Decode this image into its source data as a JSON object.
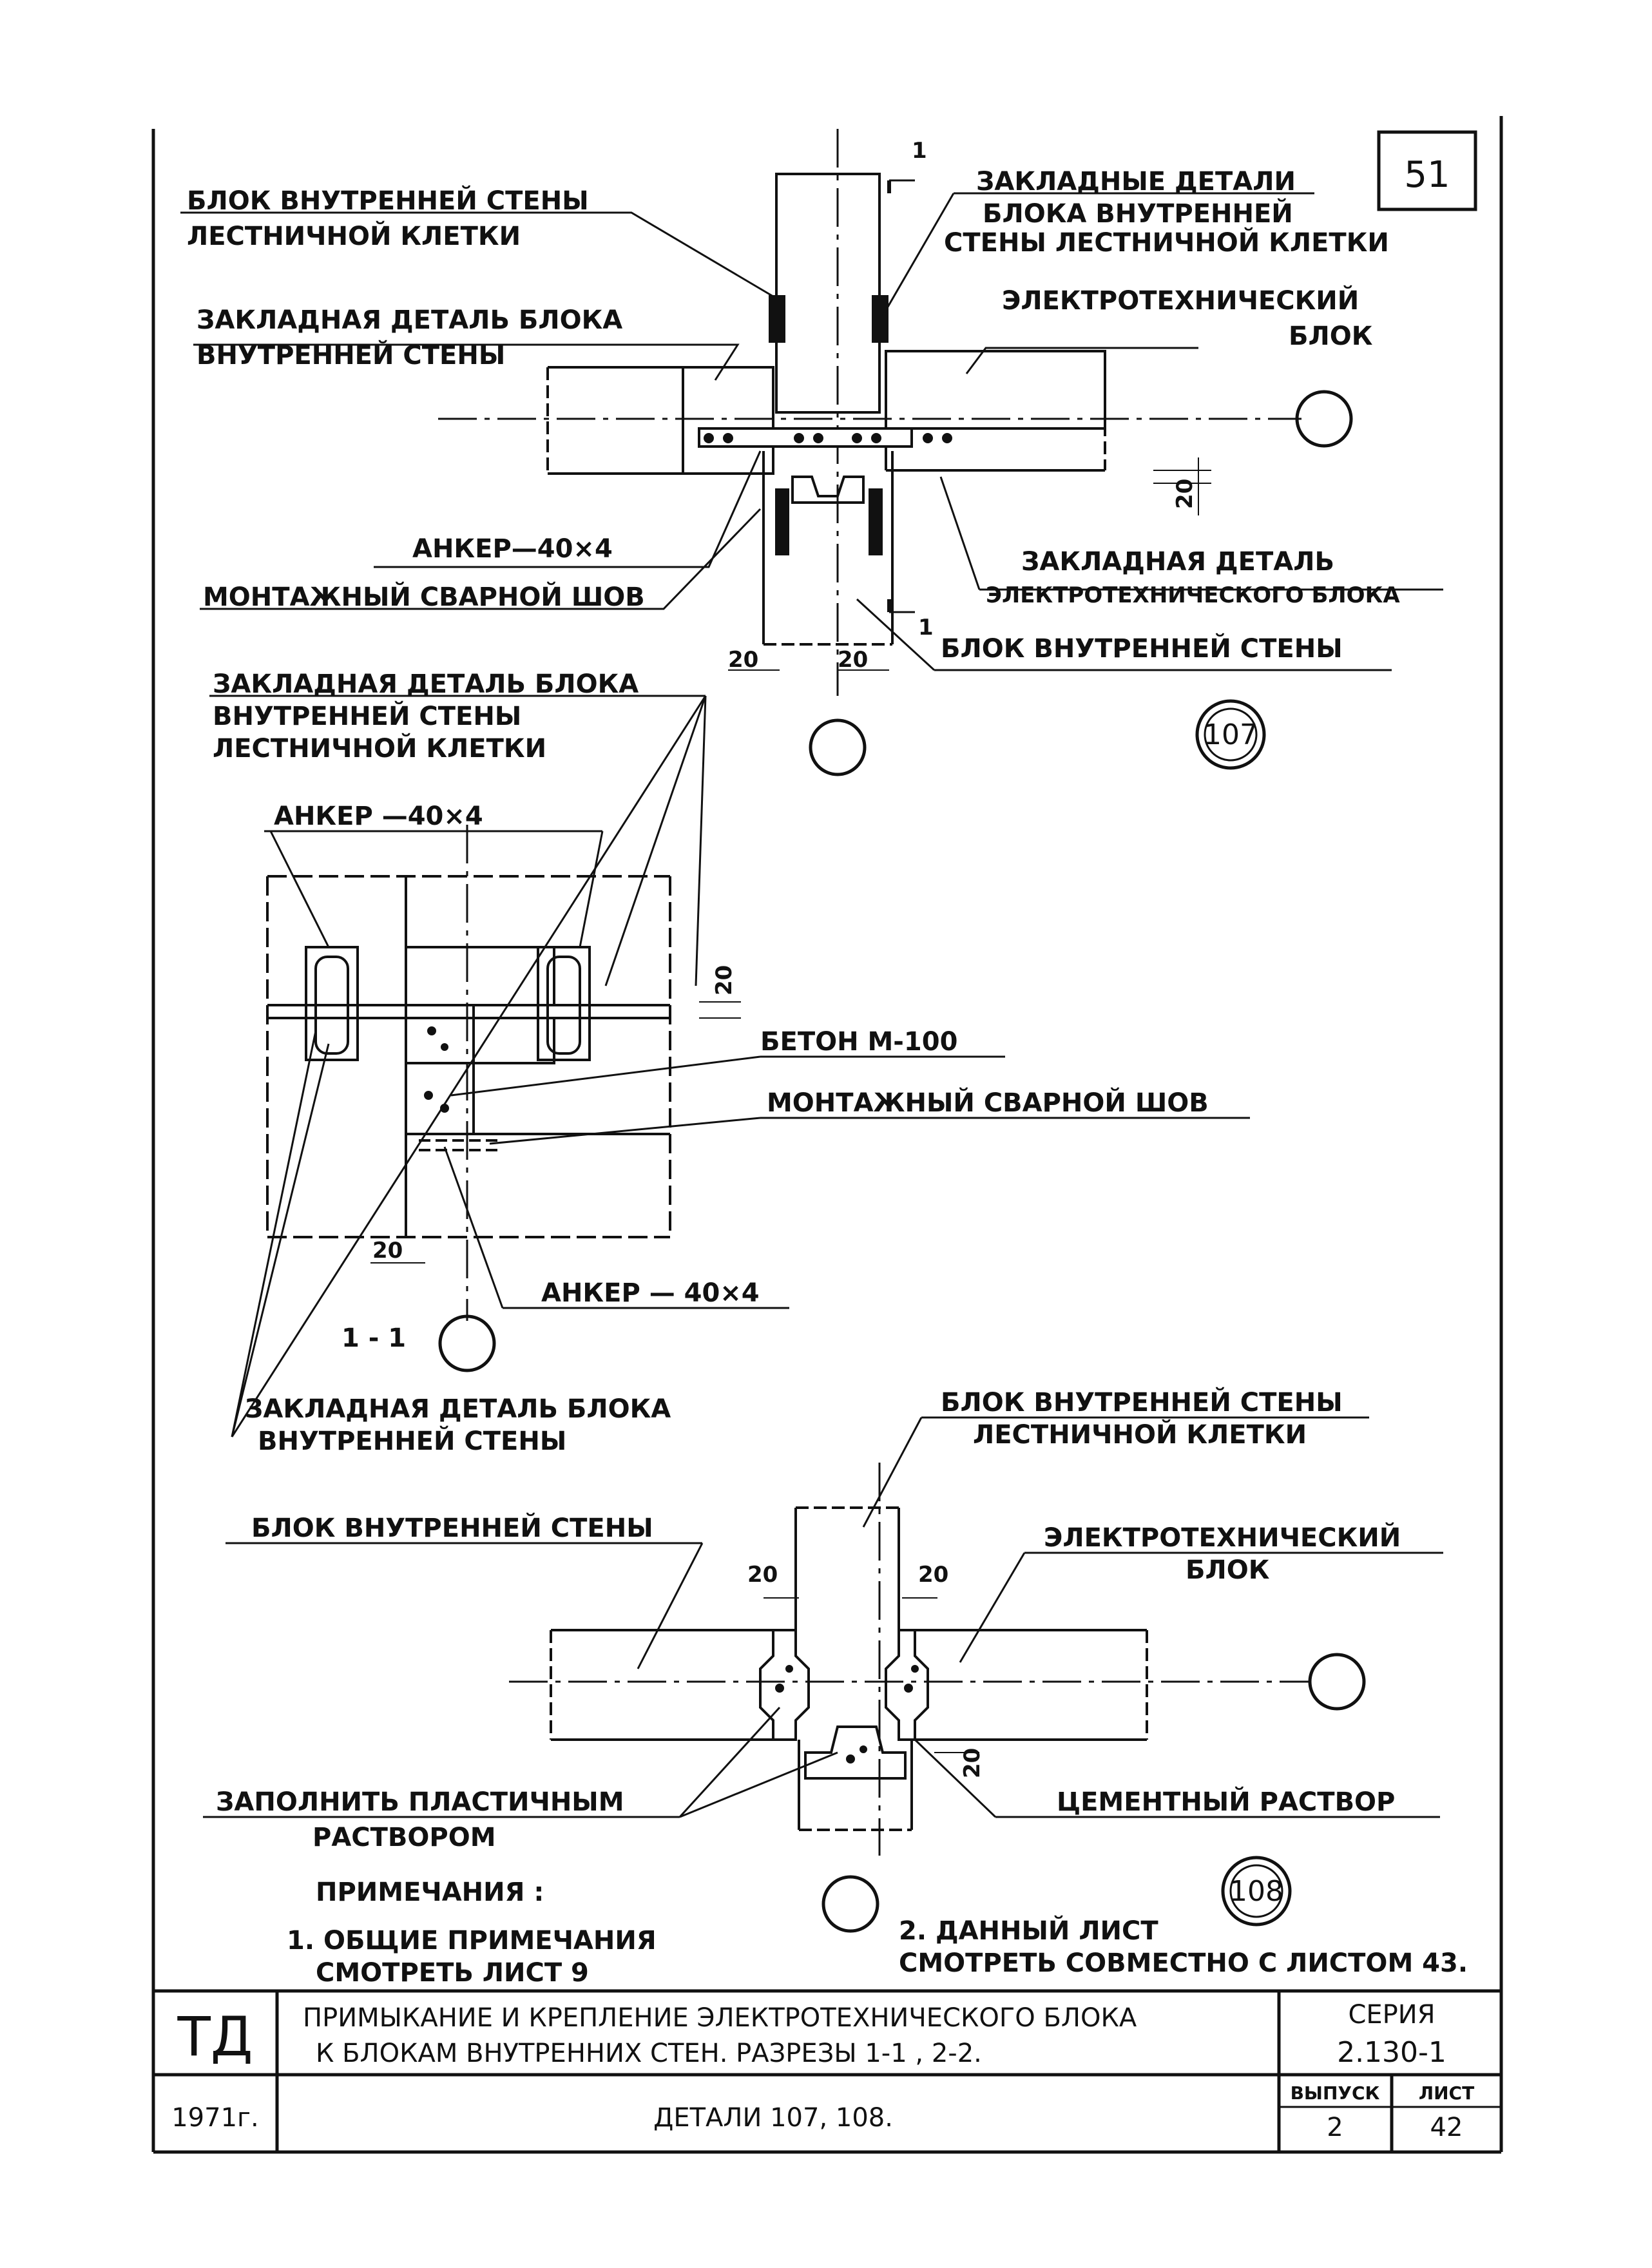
{
  "page_number": "51",
  "detail_107": {
    "label_wall_block": [
      "БЛОК ВНУТРЕННЕЙ СТЕНЫ",
      "ЛЕСТНИЧНОЙ КЛЕТКИ"
    ],
    "label_embedded_parts": [
      "ЗАКЛАДНЫЕ ДЕТАЛИ",
      "БЛОКА ВНУТРЕННЕЙ",
      "СТЕНЫ ЛЕСТНИЧНОЙ КЛЕТКИ"
    ],
    "label_embedded_part_block": [
      "ЗАКЛАДНАЯ ДЕТАЛЬ БЛОКА",
      "ВНУТРЕННЕЙ СТЕНЫ"
    ],
    "label_electro_block": [
      "ЭЛЕКТРОТЕХНИЧЕСКИЙ",
      "БЛОК"
    ],
    "label_anchor": "АНКЕР—40×4",
    "label_weld": "МОНТАЖНЫЙ СВАРНОЙ ШОВ",
    "label_electro_embedded": [
      "ЗАКЛАДНАЯ ДЕТАЛЬ",
      "ЭЛЕКТРОТЕХНИЧЕСКОГО БЛОКА"
    ],
    "label_inner_wall_block": "БЛОК ВНУТРЕННЕЙ СТЕНЫ",
    "cut_mark": "1",
    "dim_20": "20",
    "detail_number": "107"
  },
  "section_1_1": {
    "label_embedded_staircase": [
      "ЗАКЛАДНАЯ ДЕТАЛЬ БЛОКА",
      "ВНУТРЕННЕЙ СТЕНЫ",
      "ЛЕСТНИЧНОЙ КЛЕТКИ"
    ],
    "label_anchor_top": "АНКЕР —40×4",
    "label_concrete": "БЕТОН М-100",
    "label_weld": "МОНТАЖНЫЙ СВАРНОЙ ШОВ",
    "label_anchor_bottom": "АНКЕР — 40×4",
    "section_label": "1 - 1",
    "label_embedded_inner": [
      "ЗАКЛАДНАЯ ДЕТАЛЬ БЛОКА",
      "ВНУТРЕННЕЙ СТЕНЫ"
    ],
    "dim_20": "20"
  },
  "detail_108": {
    "label_staircase_block": [
      "БЛОК ВНУТРЕННЕЙ СТЕНЫ",
      "ЛЕСТНИЧНОЙ КЛЕТКИ"
    ],
    "label_inner_wall_block": "БЛОК ВНУТРЕННЕЙ СТЕНЫ",
    "label_electro_block": [
      "ЭЛЕКТРОТЕХНИЧЕСКИЙ",
      "БЛОК"
    ],
    "label_fill": [
      "ЗАПОЛНИТЬ ПЛАСТИЧНЫМ",
      "РАСТВОРОМ"
    ],
    "label_cement": "ЦЕМЕНТНЫЙ РАСТВОР",
    "dim_20": "20",
    "detail_number": "108"
  },
  "notes": {
    "heading": "ПРИМЕЧАНИЯ :",
    "note1": [
      "1. ОБЩИЕ ПРИМЕЧАНИЯ",
      "СМОТРЕТЬ ЛИСТ 9"
    ],
    "note2": [
      "2. ДАННЫЙ ЛИСТ",
      "СМОТРЕТЬ СОВМЕСТНО С ЛИСТОМ 43."
    ]
  },
  "title_block": {
    "code": "ТД",
    "year": "1971г.",
    "title_line1": "ПРИМЫКАНИЕ И КРЕПЛЕНИЕ ЭЛЕКТРОТЕХНИЧЕСКОГО БЛОКА",
    "title_line2": "К БЛОКАМ ВНУТРЕННИХ СТЕН. РАЗРЕЗЫ 1-1 , 2-2.",
    "subtitle": "ДЕТАЛИ 107, 108.",
    "series_label": "СЕРИЯ",
    "series_value": "2.130-1",
    "issue_label": "ВЫПУСК",
    "issue_value": "2",
    "sheet_label": "ЛИСТ",
    "sheet_value": "42"
  }
}
